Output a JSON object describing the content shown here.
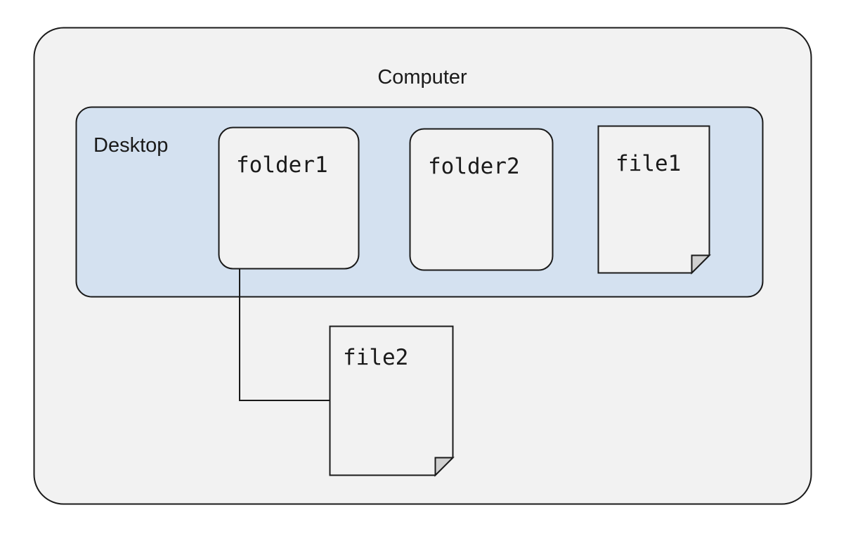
{
  "diagram": {
    "type": "nested-container-diagram",
    "title": "Computer filesystem containment diagram",
    "background_color": "#ffffff",
    "stroke_color": "#1a1a1a",
    "containers": [
      {
        "id": "computer",
        "label": "Computer",
        "shape": "rounded-rectangle",
        "fill": "#f2f2f2",
        "label_align": "top-center"
      },
      {
        "id": "desktop",
        "label": "Desktop",
        "shape": "rounded-rectangle",
        "fill": "#d4e1f0",
        "label_align": "top-left"
      }
    ],
    "folders": [
      {
        "id": "folder1",
        "label": "folder1",
        "shape": "rounded-rectangle",
        "fill": "#f2f2f2"
      },
      {
        "id": "folder2",
        "label": "folder2",
        "shape": "rounded-rectangle",
        "fill": "#f2f2f2"
      }
    ],
    "files": [
      {
        "id": "file1",
        "label": "file1",
        "shape": "document-folded-corner",
        "fill": "#f2f2f2",
        "fold_fill": "#d0d0d0"
      },
      {
        "id": "file2",
        "label": "file2",
        "shape": "document-folded-corner",
        "fill": "#f2f2f2",
        "fold_fill": "#d0d0d0"
      }
    ],
    "connectors": [
      {
        "id": "folder1-to-file2",
        "from": "folder1",
        "to": "file2",
        "style": "orthogonal-elbow",
        "arrowhead": "none"
      }
    ]
  }
}
